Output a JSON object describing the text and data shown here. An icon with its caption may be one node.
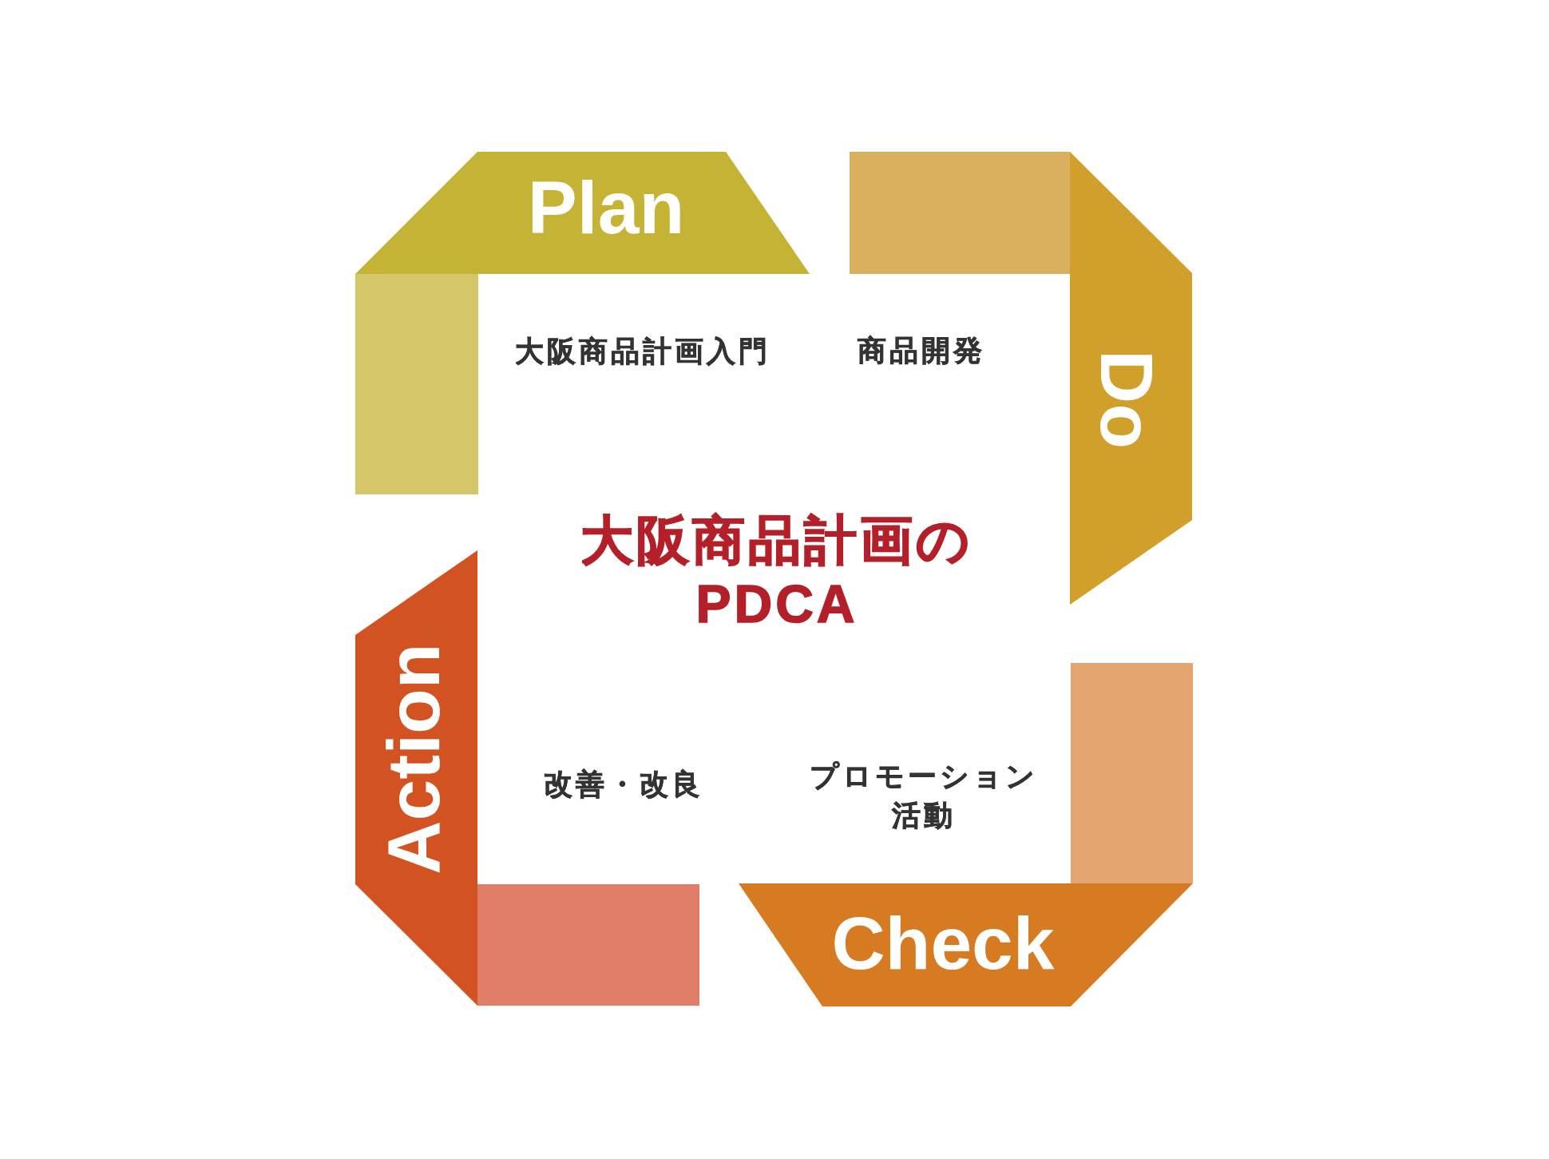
{
  "diagram": {
    "title": "大阪商品計画のPDCA",
    "nodes": [
      {
        "text": [
          "Plan"
        ]
      },
      {
        "text": [
          "Do"
        ]
      },
      {
        "text": [
          "Check"
        ]
      },
      {
        "text": [
          "Action"
        ]
      },
      {
        "text": [],
        "shape": "box"
      },
      {
        "text": [],
        "shape": "box"
      },
      {
        "text": [],
        "shape": "box"
      },
      {
        "text": [],
        "shape": "box"
      }
    ],
    "labels": [
      "大阪商品計画入門",
      "商品開発",
      "改善・改良",
      "プロモーション活動"
    ]
  }
}
